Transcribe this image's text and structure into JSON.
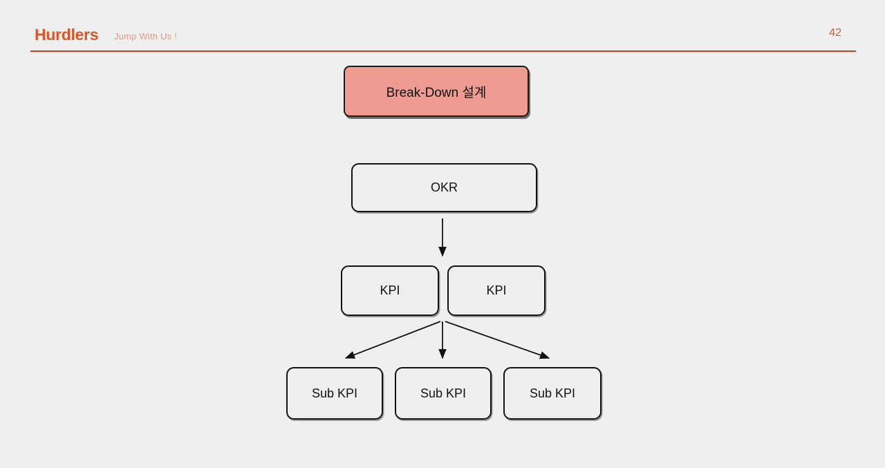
{
  "header": {
    "brand": "Hurdlers",
    "tagline": "Jump With Us !",
    "page_number": "42",
    "accent_color": "#d8572a",
    "rule_color": "#c0431e"
  },
  "slide": {
    "title": "Break-Down 설계",
    "title_box_fill": "#ee9c92",
    "background_color": "#efefef"
  },
  "diagram": {
    "type": "flow",
    "nodes": [
      {
        "id": "okr",
        "label": "OKR",
        "level": 0
      },
      {
        "id": "kpi-1",
        "label": "KPI",
        "level": 1
      },
      {
        "id": "kpi-2",
        "label": "KPI",
        "level": 1
      },
      {
        "id": "sub-kpi-1",
        "label": "Sub KPI",
        "level": 2
      },
      {
        "id": "sub-kpi-2",
        "label": "Sub KPI",
        "level": 2
      },
      {
        "id": "sub-kpi-3",
        "label": "Sub KPI",
        "level": 2
      }
    ],
    "edges": [
      {
        "from": "okr",
        "to": "kpi-row",
        "style": "arrow-down"
      },
      {
        "from": "kpi-row",
        "to": "sub-kpi-1",
        "style": "arrow-diagonal-left"
      },
      {
        "from": "kpi-row",
        "to": "sub-kpi-2",
        "style": "arrow-down"
      },
      {
        "from": "kpi-row",
        "to": "sub-kpi-3",
        "style": "arrow-diagonal-right"
      }
    ],
    "node_border_color": "#111111"
  }
}
